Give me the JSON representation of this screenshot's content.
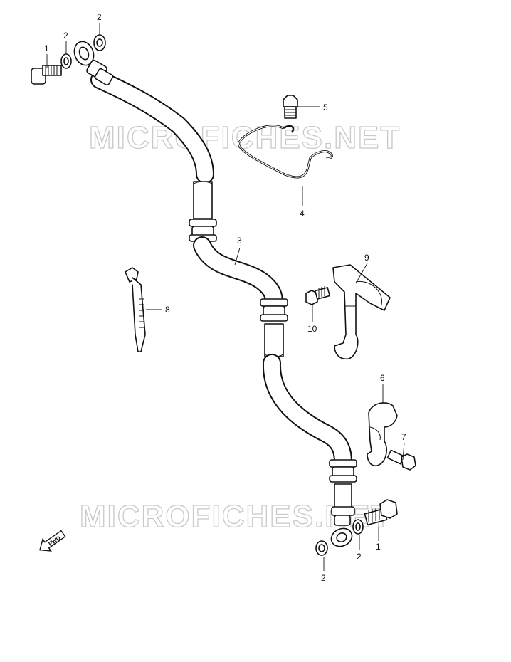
{
  "watermarks": [
    "MICROFICHES.NET",
    "MICROFICHES.NET"
  ],
  "fwd_label": "FWD",
  "callouts": [
    "1",
    "2",
    "2",
    "5",
    "4",
    "3",
    "9",
    "8",
    "10",
    "6",
    "7",
    "1",
    "2",
    "2"
  ]
}
